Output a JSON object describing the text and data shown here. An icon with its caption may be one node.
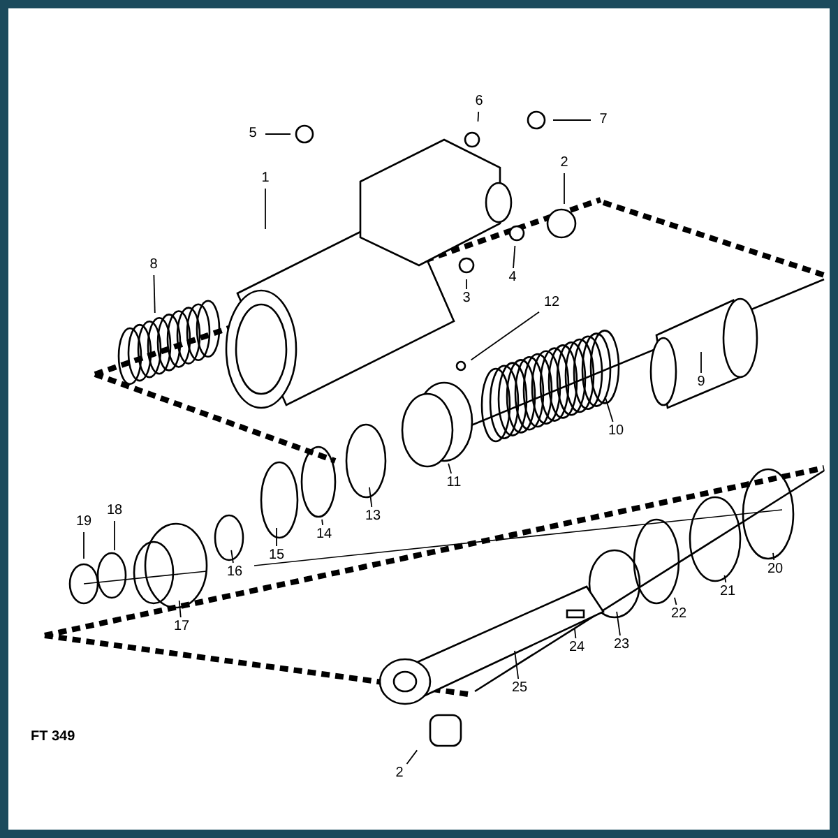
{
  "diagram": {
    "nodes": [
      {
        "text": [
          "5"
        ]
      },
      {
        "text": [
          "6"
        ]
      },
      {
        "text": [
          "7"
        ]
      },
      {
        "text": [
          "1"
        ]
      },
      {
        "text": [
          "2"
        ]
      },
      {
        "text": [
          "4"
        ]
      },
      {
        "text": [
          "3"
        ]
      },
      {
        "text": [
          "8"
        ]
      },
      {
        "text": [
          "12"
        ]
      },
      {
        "text": [
          "9"
        ]
      },
      {
        "text": [
          "10"
        ]
      },
      {
        "text": [
          "11"
        ]
      },
      {
        "text": [
          "13"
        ]
      },
      {
        "text": [
          "14"
        ]
      },
      {
        "text": [
          "15"
        ]
      },
      {
        "text": [
          "16"
        ]
      },
      {
        "text": [
          "17"
        ]
      },
      {
        "text": [
          "18"
        ]
      },
      {
        "text": [
          "19"
        ]
      },
      {
        "text": [
          "20"
        ]
      },
      {
        "text": [
          "21"
        ]
      },
      {
        "text": [
          "22"
        ]
      },
      {
        "text": [
          "23"
        ]
      },
      {
        "text": [
          "24"
        ]
      },
      {
        "text": [
          "25"
        ]
      },
      {
        "text": [
          "2"
        ]
      }
    ],
    "edges": [
      {
        "from": 0,
        "to": null,
        "arrow": "none"
      },
      {
        "from": 1,
        "to": null,
        "arrow": "none"
      },
      {
        "from": 2,
        "to": null,
        "arrow": "none"
      },
      {
        "from": 3,
        "to": null,
        "arrow": "none"
      },
      {
        "from": 4,
        "to": null,
        "arrow": "none"
      },
      {
        "from": 5,
        "to": null,
        "arrow": "none"
      },
      {
        "from": 6,
        "to": null,
        "arrow": "none"
      },
      {
        "from": 7,
        "to": null,
        "arrow": "none"
      },
      {
        "from": 8,
        "to": null,
        "arrow": "none"
      },
      {
        "from": 9,
        "to": null,
        "arrow": "none"
      },
      {
        "from": 10,
        "to": null,
        "arrow": "none"
      },
      {
        "from": 11,
        "to": null,
        "arrow": "none"
      },
      {
        "from": 12,
        "to": null,
        "arrow": "none"
      },
      {
        "from": 13,
        "to": null,
        "arrow": "none"
      },
      {
        "from": 14,
        "to": null,
        "arrow": "none"
      },
      {
        "from": 15,
        "to": null,
        "arrow": "none"
      },
      {
        "from": 16,
        "to": null,
        "arrow": "none"
      },
      {
        "from": 17,
        "to": null,
        "arrow": "none"
      },
      {
        "from": 18,
        "to": null,
        "arrow": "none"
      },
      {
        "from": 19,
        "to": null,
        "arrow": "none"
      },
      {
        "from": 20,
        "to": null,
        "arrow": "none"
      },
      {
        "from": 21,
        "to": null,
        "arrow": "none"
      },
      {
        "from": 22,
        "to": null,
        "arrow": "none"
      },
      {
        "from": 23,
        "to": null,
        "arrow": "none"
      },
      {
        "from": 24,
        "to": null,
        "arrow": "none"
      },
      {
        "from": 25,
        "to": null,
        "arrow": "none"
      }
    ],
    "labels": [
      "FT 349"
    ]
  }
}
